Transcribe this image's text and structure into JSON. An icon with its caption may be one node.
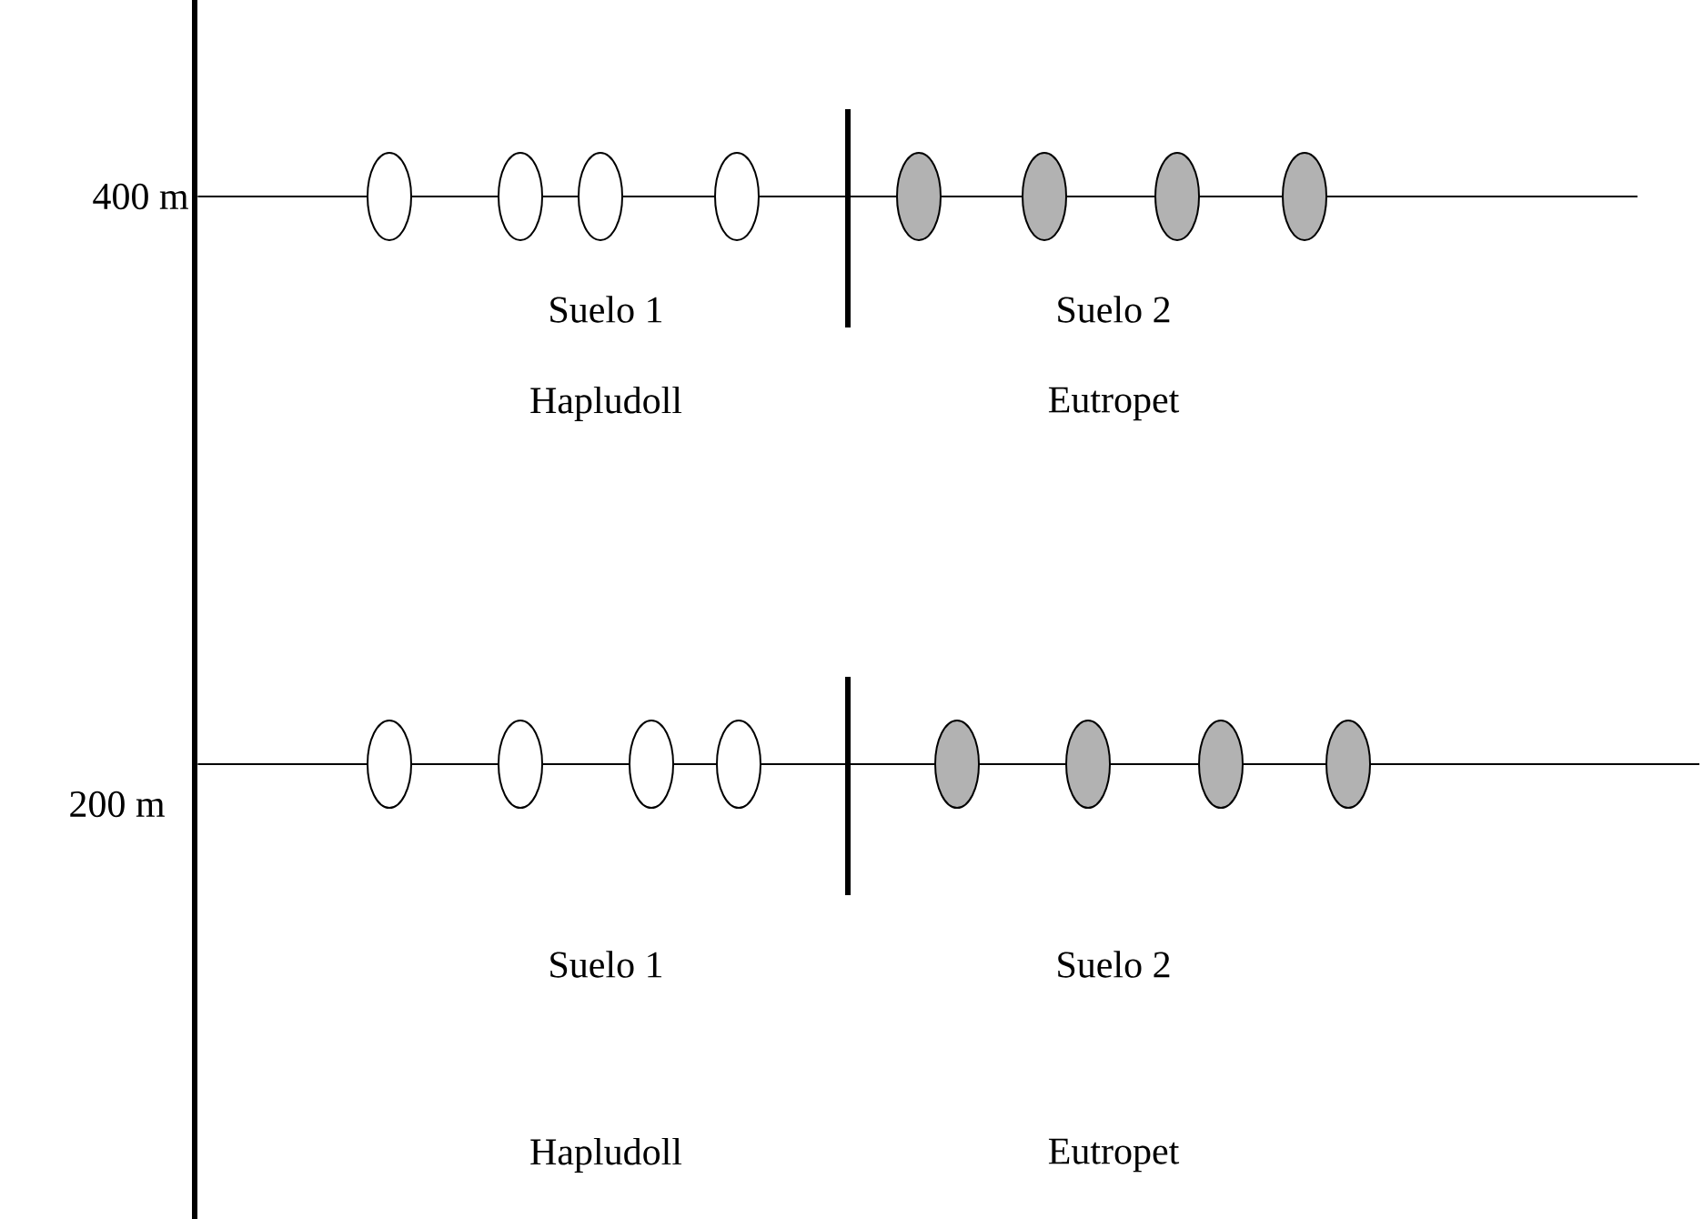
{
  "diagram": {
    "nodes": [
      {
        "text": [],
        "shape": "ellipse"
      },
      {
        "text": [],
        "shape": "ellipse"
      },
      {
        "text": [],
        "shape": "ellipse"
      },
      {
        "text": [],
        "shape": "ellipse"
      },
      {
        "text": [],
        "shape": "ellipse"
      },
      {
        "text": [],
        "shape": "ellipse"
      },
      {
        "text": [],
        "shape": "ellipse"
      },
      {
        "text": [],
        "shape": "ellipse"
      },
      {
        "text": [],
        "shape": "ellipse"
      },
      {
        "text": [],
        "shape": "ellipse"
      },
      {
        "text": [],
        "shape": "ellipse"
      },
      {
        "text": [],
        "shape": "ellipse"
      },
      {
        "text": [],
        "shape": "ellipse"
      },
      {
        "text": [],
        "shape": "ellipse"
      },
      {
        "text": [],
        "shape": "ellipse"
      },
      {
        "text": [],
        "shape": "ellipse"
      },
      {
        "text": [],
        "shape": "bar"
      }
    ],
    "edges": [
      {
        "from": 0,
        "to": 1,
        "arrow": "none"
      },
      {
        "from": 1,
        "to": 2,
        "arrow": "none"
      },
      {
        "from": 2,
        "to": 3,
        "arrow": "none"
      },
      {
        "from": 3,
        "to": 4,
        "arrow": "none"
      },
      {
        "from": 4,
        "to": 5,
        "arrow": "none"
      },
      {
        "from": 5,
        "to": 6,
        "arrow": "none"
      },
      {
        "from": 6,
        "to": 7,
        "arrow": "none"
      },
      {
        "from": 8,
        "to": 9,
        "arrow": "none"
      },
      {
        "from": 9,
        "to": 10,
        "arrow": "none"
      },
      {
        "from": 10,
        "to": 11,
        "arrow": "none"
      },
      {
        "from": 11,
        "to": 12,
        "arrow": "none"
      },
      {
        "from": 12,
        "to": 13,
        "arrow": "none"
      },
      {
        "from": 13,
        "to": 14,
        "arrow": "none"
      },
      {
        "from": 14,
        "to": 15,
        "arrow": "none"
      },
      {
        "from": 16,
        "to": 0,
        "arrow": "none"
      },
      {
        "from": 16,
        "to": 8,
        "arrow": "none"
      },
      {
        "from": 7,
        "to": null,
        "arrow": "none"
      },
      {
        "from": 15,
        "to": null,
        "arrow": "none"
      }
    ],
    "labels": [
      "400 m",
      "Suelo 1",
      "Suelo 2",
      "Hapludoll",
      "Eutropet",
      "200 m",
      "Suelo 1",
      "Suelo 2",
      "Hapludoll",
      "Eutropet"
    ]
  }
}
